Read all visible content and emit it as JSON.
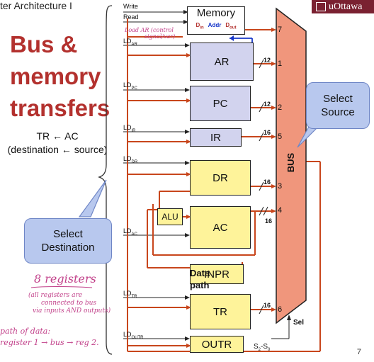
{
  "header": {
    "course_title": "ter Architecture I",
    "logo_text": "uOttawa"
  },
  "title_lines": [
    "Bus &",
    "memory",
    "transfers"
  ],
  "transfer": {
    "equation": "TR ← AC",
    "explanation": "(destination ← source)"
  },
  "callouts": {
    "destination": [
      "Select",
      "Destination"
    ],
    "source": [
      "Select",
      "Source"
    ]
  },
  "memory": {
    "name": "Memory",
    "write_label": "Write",
    "read_label": "Read",
    "ports": {
      "din": "D",
      "din_sub": "in",
      "addr": "Addr",
      "dout": "D",
      "dout_sub": "out"
    }
  },
  "registers": [
    {
      "name": "AR",
      "load_label": "LD",
      "load_sub": "AR",
      "bits": "12",
      "bus_index": "1"
    },
    {
      "name": "PC",
      "load_label": "LD",
      "load_sub": "PC",
      "bits": "12",
      "bus_index": "2"
    },
    {
      "name": "IR",
      "load_label": "LD",
      "load_sub": "IR",
      "bits": "16",
      "bus_index": "5"
    },
    {
      "name": "DR",
      "load_label": "LD",
      "load_sub": "DR",
      "bits": "16",
      "bus_index": "3"
    },
    {
      "name": "AC",
      "load_label": "LD",
      "load_sub": "AC",
      "bits": "16",
      "bus_index": "4"
    },
    {
      "name": "INPR"
    },
    {
      "name": "TR",
      "load_label": "LD",
      "load_sub": "TR",
      "bits": "16",
      "bus_index": "6"
    },
    {
      "name": "OUTR",
      "load_label": "LD",
      "load_sub": "OUTR"
    }
  ],
  "alu": "ALU",
  "memory_bus_index": "7",
  "bus": {
    "label": "BUS",
    "select_label": "Sel",
    "select_lines": "S",
    "select_sub_hi": "2",
    "select_sub_lo": "0"
  },
  "data_path_lines": [
    "Data",
    "path"
  ],
  "handwritten": {
    "load_note": [
      "Load AR (control",
      "signal/var)"
    ],
    "registers_heading": "8 registers",
    "registers_note": [
      "(all registers are",
      "connected to bus",
      "via inputs AND outputs)"
    ],
    "path_note": [
      "path of data:",
      "register 1 → bus → reg 2."
    ]
  },
  "page_number": "7",
  "colors": {
    "bus_fill": "#f0967c",
    "wire": "#c8461c",
    "title": "#b3312e",
    "addr_wire": "#1737c9",
    "callout_fill": "#b8c8ee",
    "handwriting": "#c2418a",
    "logo_bg": "#7a2131"
  }
}
